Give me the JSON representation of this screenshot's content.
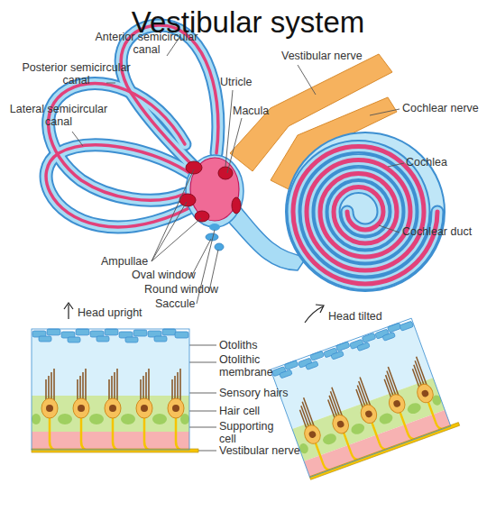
{
  "diagram": {
    "title": "Vestibular system",
    "labels": [
      "Anterior semicircular canal",
      "Posterior semicircular canal",
      "Lateral semicircular canal",
      "Utricle",
      "Macula",
      "Vestibular nerve",
      "Cochlear nerve",
      "Cochlea",
      "Cochlear duct",
      "Ampullae",
      "Oval window",
      "Round window",
      "Saccule",
      "Head upright",
      "Otoliths",
      "Otolithic membrane",
      "Sensory hairs",
      "Hair cell",
      "Supporting cell",
      "Vestibular nerve",
      "Head tilted"
    ]
  }
}
